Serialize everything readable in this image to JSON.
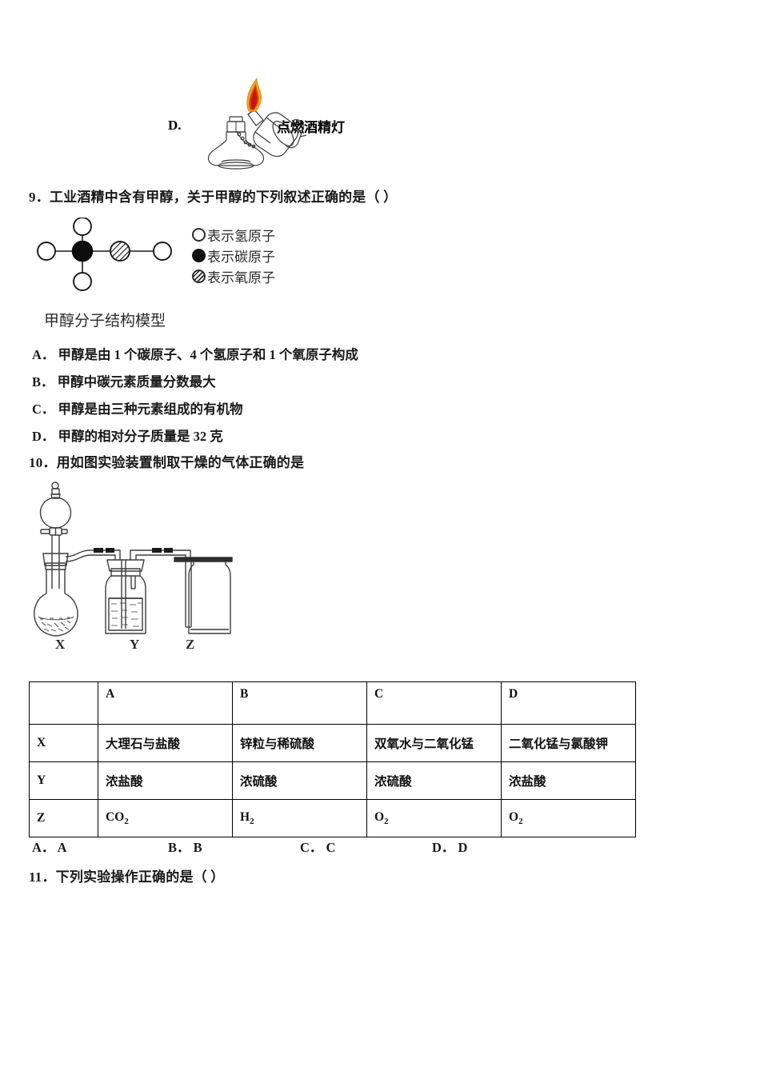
{
  "question8_option_d": {
    "letter": "D.",
    "caption": "点燃酒精灯",
    "icon": "alcohol-lamp-lighting-icon"
  },
  "question9": {
    "number_text": "9．工业酒精中含有甲醇，关于甲醇的下列叙述正确的是（      ）",
    "figure": {
      "caption": "甲醇分子结构模型",
      "legend": [
        {
          "icon": "hollow-circle-icon",
          "text": "表示氢原子"
        },
        {
          "icon": "filled-circle-icon",
          "text": "表示碳原子"
        },
        {
          "icon": "hatched-circle-icon",
          "text": "表示氧原子"
        }
      ]
    },
    "options": [
      {
        "label": "A．",
        "text": "甲醇是由 1 个碳原子、4 个氢原子和 1 个氧原子构成"
      },
      {
        "label": "B．",
        "text": "甲醇中碳元素质量分数最大"
      },
      {
        "label": "C．",
        "text": "甲醇是由三种元素组成的有机物"
      },
      {
        "label": "D．",
        "text": "甲醇的相对分子质量是 32 克"
      }
    ]
  },
  "question10": {
    "number_text": "10．用如图实验装置制取干燥的气体正确的是",
    "apparatus_labels": [
      "X",
      "Y",
      "Z"
    ],
    "table": {
      "headers": [
        "",
        "A",
        "B",
        "C",
        "D"
      ],
      "rows": [
        {
          "label": "X",
          "cells": [
            "大理石与盐酸",
            "锌粒与稀硫酸",
            "双氧水与二氧化锰",
            "二氧化锰与氯酸钾"
          ]
        },
        {
          "label": "Y",
          "cells": [
            "浓盐酸",
            "浓硫酸",
            "浓硫酸",
            "浓盐酸"
          ]
        },
        {
          "label": "Z",
          "cells": [
            "CO2",
            "H2",
            "O2",
            "O2"
          ],
          "formula": true
        }
      ]
    },
    "answers": [
      {
        "label": "A．",
        "text": "A"
      },
      {
        "label": "B．",
        "text": "B"
      },
      {
        "label": "C．",
        "text": "C"
      },
      {
        "label": "D．",
        "text": "D"
      }
    ]
  },
  "question11": {
    "number_text": "11．下列实验操作正确的是（ ）"
  },
  "colors": {
    "text": "#1a1a1a",
    "flame_outer": "#F0A21E",
    "flame_inner": "#D02020",
    "glass_stroke": "#3c3c3c",
    "table_border": "#000000"
  }
}
